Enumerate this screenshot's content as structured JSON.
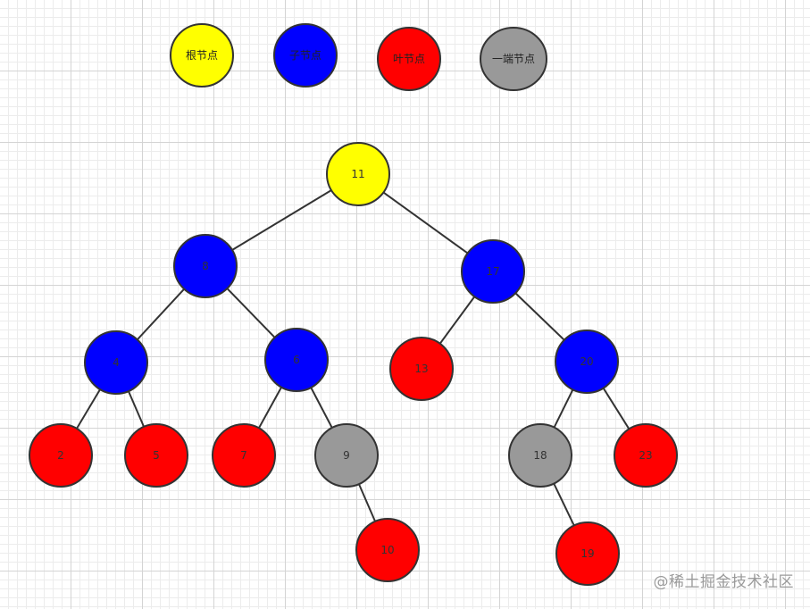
{
  "colors": {
    "root": "#ffff00",
    "child": "#0000ff",
    "leaf": "#ff0000",
    "one_end": "#999999",
    "edge": "#333333",
    "stroke": "#333333"
  },
  "legend": [
    {
      "label": "根节点",
      "kind": "root"
    },
    {
      "label": "子节点",
      "kind": "child"
    },
    {
      "label": "叶节点",
      "kind": "leaf"
    },
    {
      "label": "一端节点",
      "kind": "one_end"
    }
  ],
  "tree": {
    "nodes": [
      {
        "id": "n11",
        "label": "11",
        "kind": "root"
      },
      {
        "id": "n8",
        "label": "8",
        "kind": "child"
      },
      {
        "id": "n17",
        "label": "17",
        "kind": "child"
      },
      {
        "id": "n4",
        "label": "4",
        "kind": "child"
      },
      {
        "id": "n6",
        "label": "6",
        "kind": "child"
      },
      {
        "id": "n13",
        "label": "13",
        "kind": "leaf"
      },
      {
        "id": "n20",
        "label": "20",
        "kind": "child"
      },
      {
        "id": "n2",
        "label": "2",
        "kind": "leaf"
      },
      {
        "id": "n5",
        "label": "5",
        "kind": "leaf"
      },
      {
        "id": "n7",
        "label": "7",
        "kind": "leaf"
      },
      {
        "id": "n9",
        "label": "9",
        "kind": "one_end"
      },
      {
        "id": "n18",
        "label": "18",
        "kind": "one_end"
      },
      {
        "id": "n23",
        "label": "23",
        "kind": "leaf"
      },
      {
        "id": "n10",
        "label": "10",
        "kind": "leaf"
      },
      {
        "id": "n19",
        "label": "19",
        "kind": "leaf"
      }
    ],
    "edges": [
      [
        "n11",
        "n8"
      ],
      [
        "n11",
        "n17"
      ],
      [
        "n8",
        "n4"
      ],
      [
        "n8",
        "n6"
      ],
      [
        "n17",
        "n13"
      ],
      [
        "n17",
        "n20"
      ],
      [
        "n4",
        "n2"
      ],
      [
        "n4",
        "n5"
      ],
      [
        "n6",
        "n7"
      ],
      [
        "n6",
        "n9"
      ],
      [
        "n20",
        "n18"
      ],
      [
        "n20",
        "n23"
      ],
      [
        "n9",
        "n10"
      ],
      [
        "n18",
        "n19"
      ]
    ]
  },
  "watermark": "@稀土掘金技术社区"
}
